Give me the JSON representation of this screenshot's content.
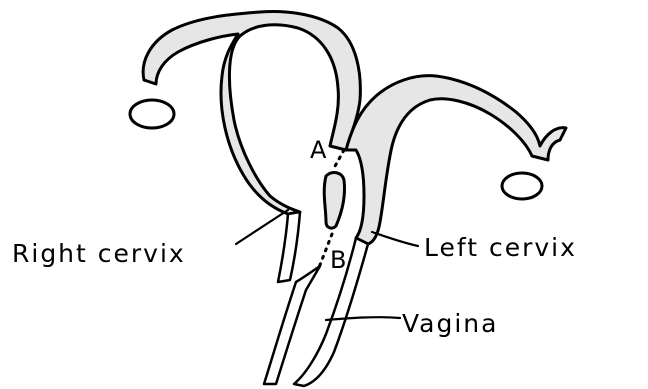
{
  "labels": {
    "right_cervix": "Right cervix",
    "left_cervix": "Left cervix",
    "vagina": "Vagina",
    "point_a": "A",
    "point_b": "B"
  },
  "colors": {
    "ink": "#000000",
    "tissue": "#e6e6e6",
    "background": "#ffffff"
  }
}
